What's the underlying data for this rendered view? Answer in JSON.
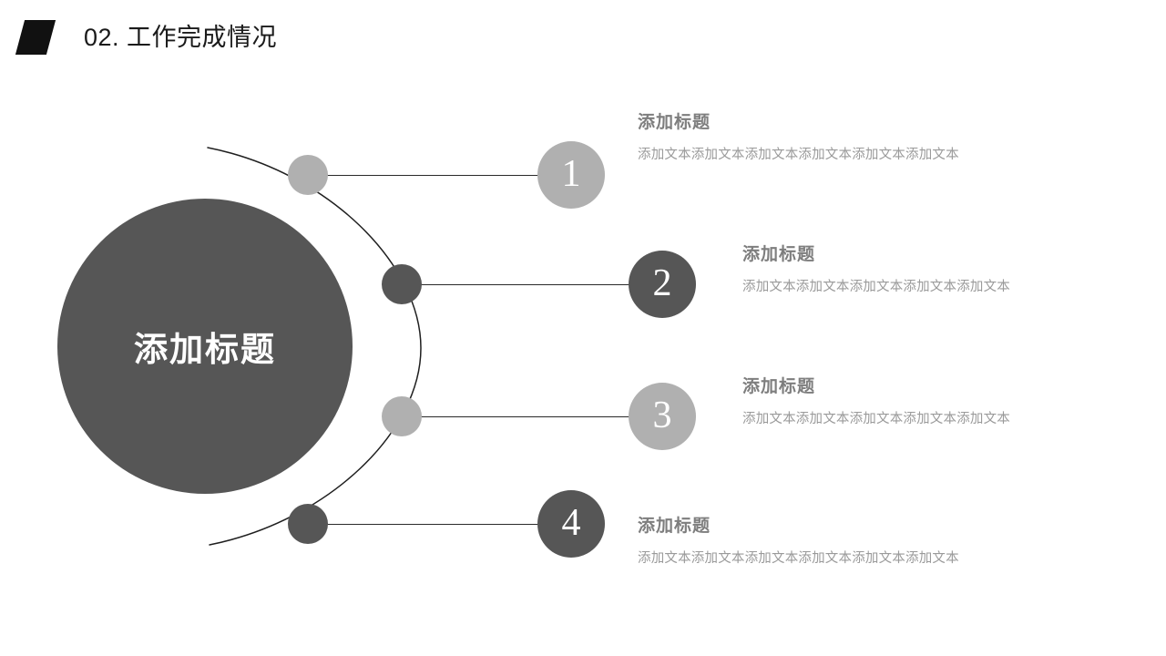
{
  "header": {
    "title": "02. 工作完成情况",
    "marker_color": "#111111",
    "title_color": "#1a1a1a"
  },
  "hub": {
    "label": "添加标题",
    "fill": "#565656",
    "text_color": "#ffffff"
  },
  "palette": {
    "light_gray": "#b0b0b0",
    "dark_gray": "#565656",
    "line": "#2a2a2a",
    "title_gray": "#7e7e7e",
    "body_gray": "#9a9a9a",
    "background": "#ffffff"
  },
  "items": [
    {
      "number": "1",
      "title": "添加标题",
      "body": "添加文本添加文本添加文本添加文本添加文本添加文本",
      "circle_color": "#b0b0b0",
      "dot_color": "#b0b0b0"
    },
    {
      "number": "2",
      "title": "添加标题",
      "body": "添加文本添加文本添加文本添加文本添加文本",
      "circle_color": "#565656",
      "dot_color": "#565656"
    },
    {
      "number": "3",
      "title": "添加标题",
      "body": "添加文本添加文本添加文本添加文本添加文本",
      "circle_color": "#b0b0b0",
      "dot_color": "#b0b0b0"
    },
    {
      "number": "4",
      "title": "添加标题",
      "body": "添加文本添加文本添加文本添加文本添加文本添加文本",
      "circle_color": "#565656",
      "dot_color": "#565656"
    }
  ]
}
